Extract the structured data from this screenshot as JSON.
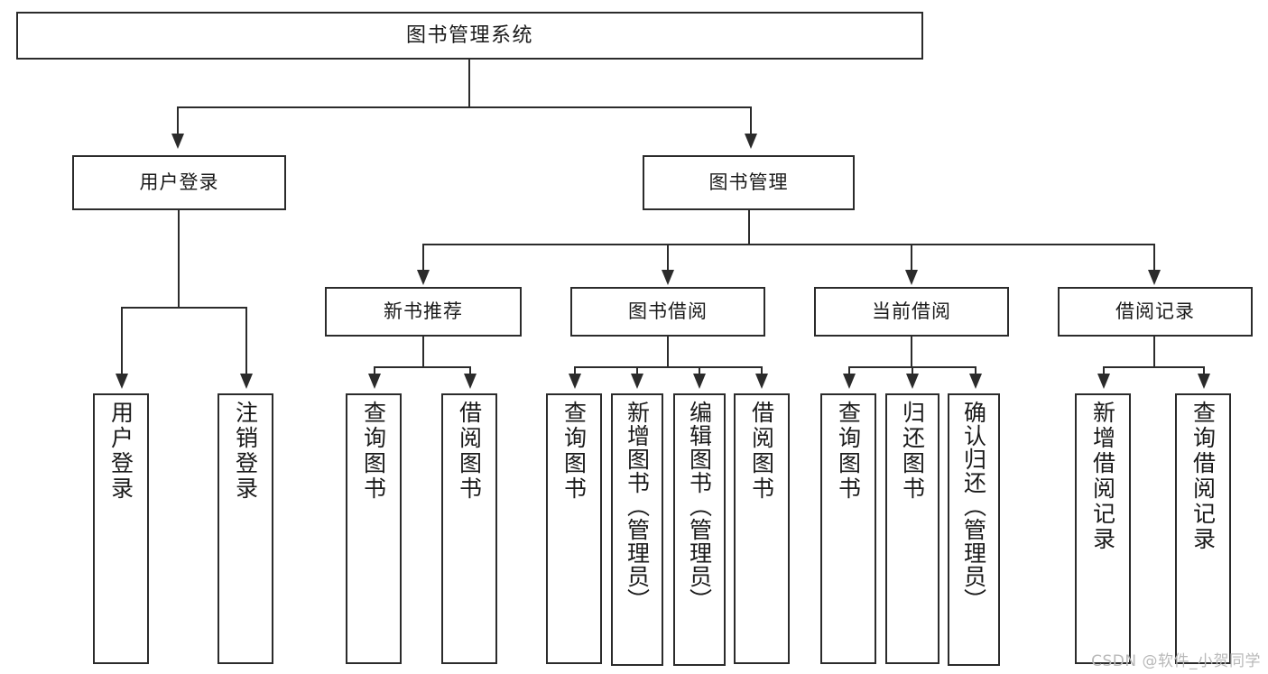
{
  "diagram": {
    "type": "tree",
    "title": "图书管理系统",
    "watermark": "CSDN @软件_小贺同学",
    "colors": {
      "stroke": "#2b2b2b",
      "fill": "#ffffff",
      "text": "#1a1a1a",
      "watermark": "#b9b9b9"
    },
    "levels": [
      {
        "name": "root",
        "nodes": [
          {
            "id": "n-root",
            "label": "图书管理系统"
          }
        ]
      },
      {
        "name": "modules",
        "nodes": [
          {
            "id": "n-user-login",
            "label": "用户登录"
          },
          {
            "id": "n-book-manage",
            "label": "图书管理"
          }
        ]
      },
      {
        "name": "submodules",
        "nodes": [
          {
            "id": "n-new-book-rec",
            "label": "新书推荐"
          },
          {
            "id": "n-book-borrow",
            "label": "图书借阅"
          },
          {
            "id": "n-current-borrow",
            "label": "当前借阅"
          },
          {
            "id": "n-borrow-record",
            "label": "借阅记录"
          }
        ]
      },
      {
        "name": "leaves",
        "nodes": [
          {
            "id": "l-user-login",
            "label": "用户登录",
            "parent": "n-user-login"
          },
          {
            "id": "l-user-logout",
            "label": "注销登录",
            "parent": "n-user-login"
          },
          {
            "id": "l-rec-query",
            "label": "查询图书",
            "parent": "n-new-book-rec"
          },
          {
            "id": "l-rec-borrow",
            "label": "借阅图书",
            "parent": "n-new-book-rec"
          },
          {
            "id": "l-borrow-query",
            "label": "查询图书",
            "parent": "n-book-borrow"
          },
          {
            "id": "l-borrow-add",
            "label": "新增图书（管理员）",
            "parent": "n-book-borrow"
          },
          {
            "id": "l-borrow-edit",
            "label": "编辑图书（管理员）",
            "parent": "n-book-borrow"
          },
          {
            "id": "l-borrow-lend",
            "label": "借阅图书",
            "parent": "n-book-borrow"
          },
          {
            "id": "l-cur-query",
            "label": "查询图书",
            "parent": "n-current-borrow"
          },
          {
            "id": "l-cur-return",
            "label": "归还图书",
            "parent": "n-current-borrow"
          },
          {
            "id": "l-cur-confirm",
            "label": "确认归还（管理员）",
            "parent": "n-current-borrow"
          },
          {
            "id": "l-rec-add",
            "label": "新增借阅记录",
            "parent": "n-borrow-record"
          },
          {
            "id": "l-rec-query2",
            "label": "查询借阅记录",
            "parent": "n-borrow-record"
          }
        ]
      }
    ]
  }
}
